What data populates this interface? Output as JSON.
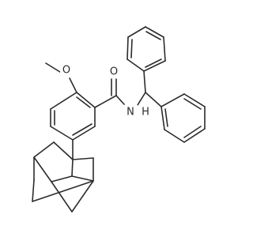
{
  "structure": {
    "atoms": [
      {
        "id": "o1",
        "symbol": "O"
      },
      {
        "id": "o2",
        "symbol": "O"
      },
      {
        "id": "n1",
        "symbol": "N"
      },
      {
        "id": "h1",
        "symbol": "H"
      }
    ]
  }
}
